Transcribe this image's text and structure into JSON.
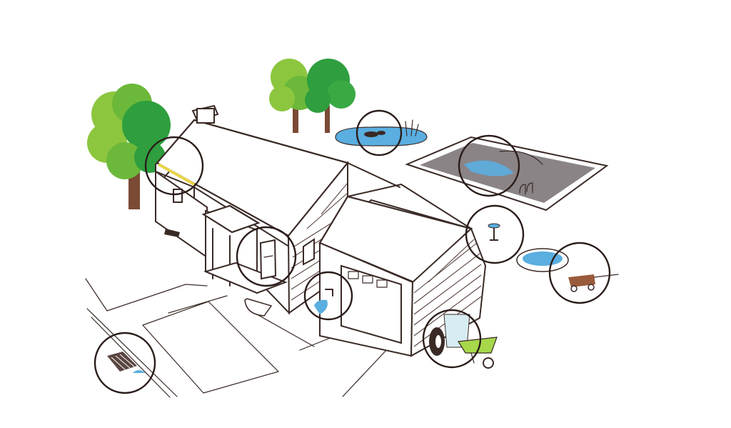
{
  "colors": {
    "line": "#3a2a26",
    "ring": "#2b1d1a",
    "tree_light": "#8cc63f",
    "tree_dark": "#2e9e3e",
    "trunk": "#7a4a35",
    "water": "#5aaee0",
    "pool_deck": "#8a8486",
    "gutter": "#e8d54a",
    "wheelbarrow": "#a6d84a",
    "wagon": "#9a5a3c"
  },
  "icons": [
    "tree",
    "gutter",
    "pond",
    "swimming-pool",
    "bird-bath",
    "wading-pool",
    "wagon",
    "window",
    "faucet-puddle",
    "planter",
    "tire",
    "trash-can",
    "wheelbarrow",
    "storm-drain"
  ]
}
